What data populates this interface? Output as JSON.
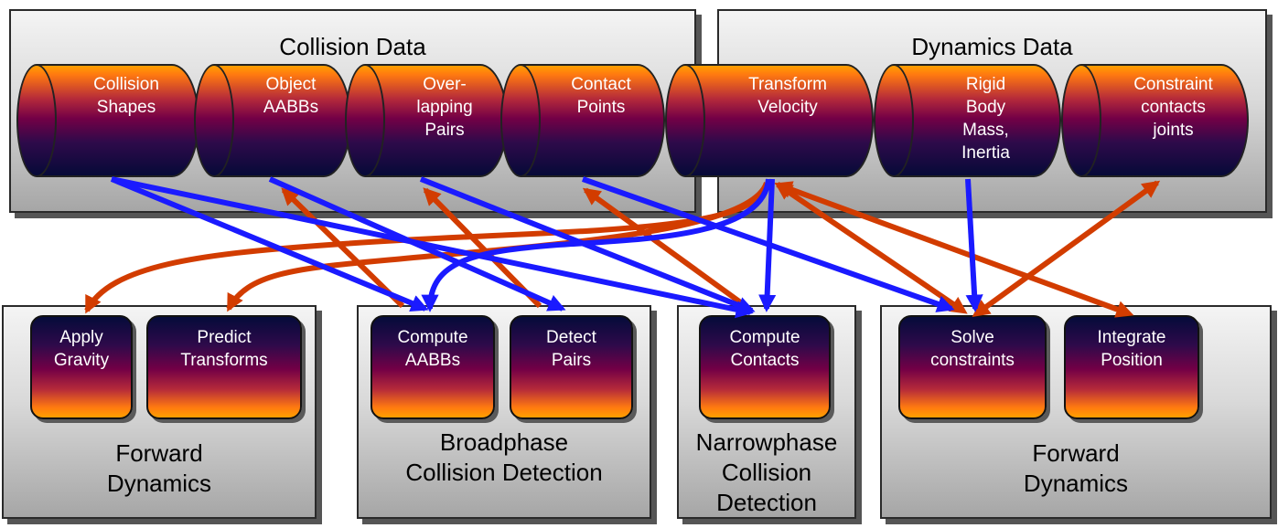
{
  "panels": {
    "collision_data": "Collision Data",
    "dynamics_data": "Dynamics Data",
    "forward_dynamics_left": "Forward\nDynamics",
    "broadphase": "Broadphase\nCollision Detection",
    "narrowphase": "Narrowphase\nCollision\nDetection",
    "forward_dynamics_right": "Forward\nDynamics"
  },
  "data_stores": [
    {
      "label": "Collision\nShapes"
    },
    {
      "label": "Object\nAABBs"
    },
    {
      "label": "Over-\nlapping\nPairs"
    },
    {
      "label": "Contact\nPoints"
    },
    {
      "label": "Transform\nVelocity"
    },
    {
      "label": "Rigid\nBody\nMass,\nInertia"
    },
    {
      "label": "Constraint\ncontacts\njoints"
    }
  ],
  "tasks": [
    {
      "label": "Apply\nGravity"
    },
    {
      "label": "Predict\nTransforms"
    },
    {
      "label": "Compute\nAABBs"
    },
    {
      "label": "Detect\nPairs"
    },
    {
      "label": "Compute\nContacts"
    },
    {
      "label": "Solve\nconstraints"
    },
    {
      "label": "Integrate\nPosition"
    }
  ],
  "colors": {
    "read_arrow": "#1a1aff",
    "write_arrow": "#d23c00"
  }
}
